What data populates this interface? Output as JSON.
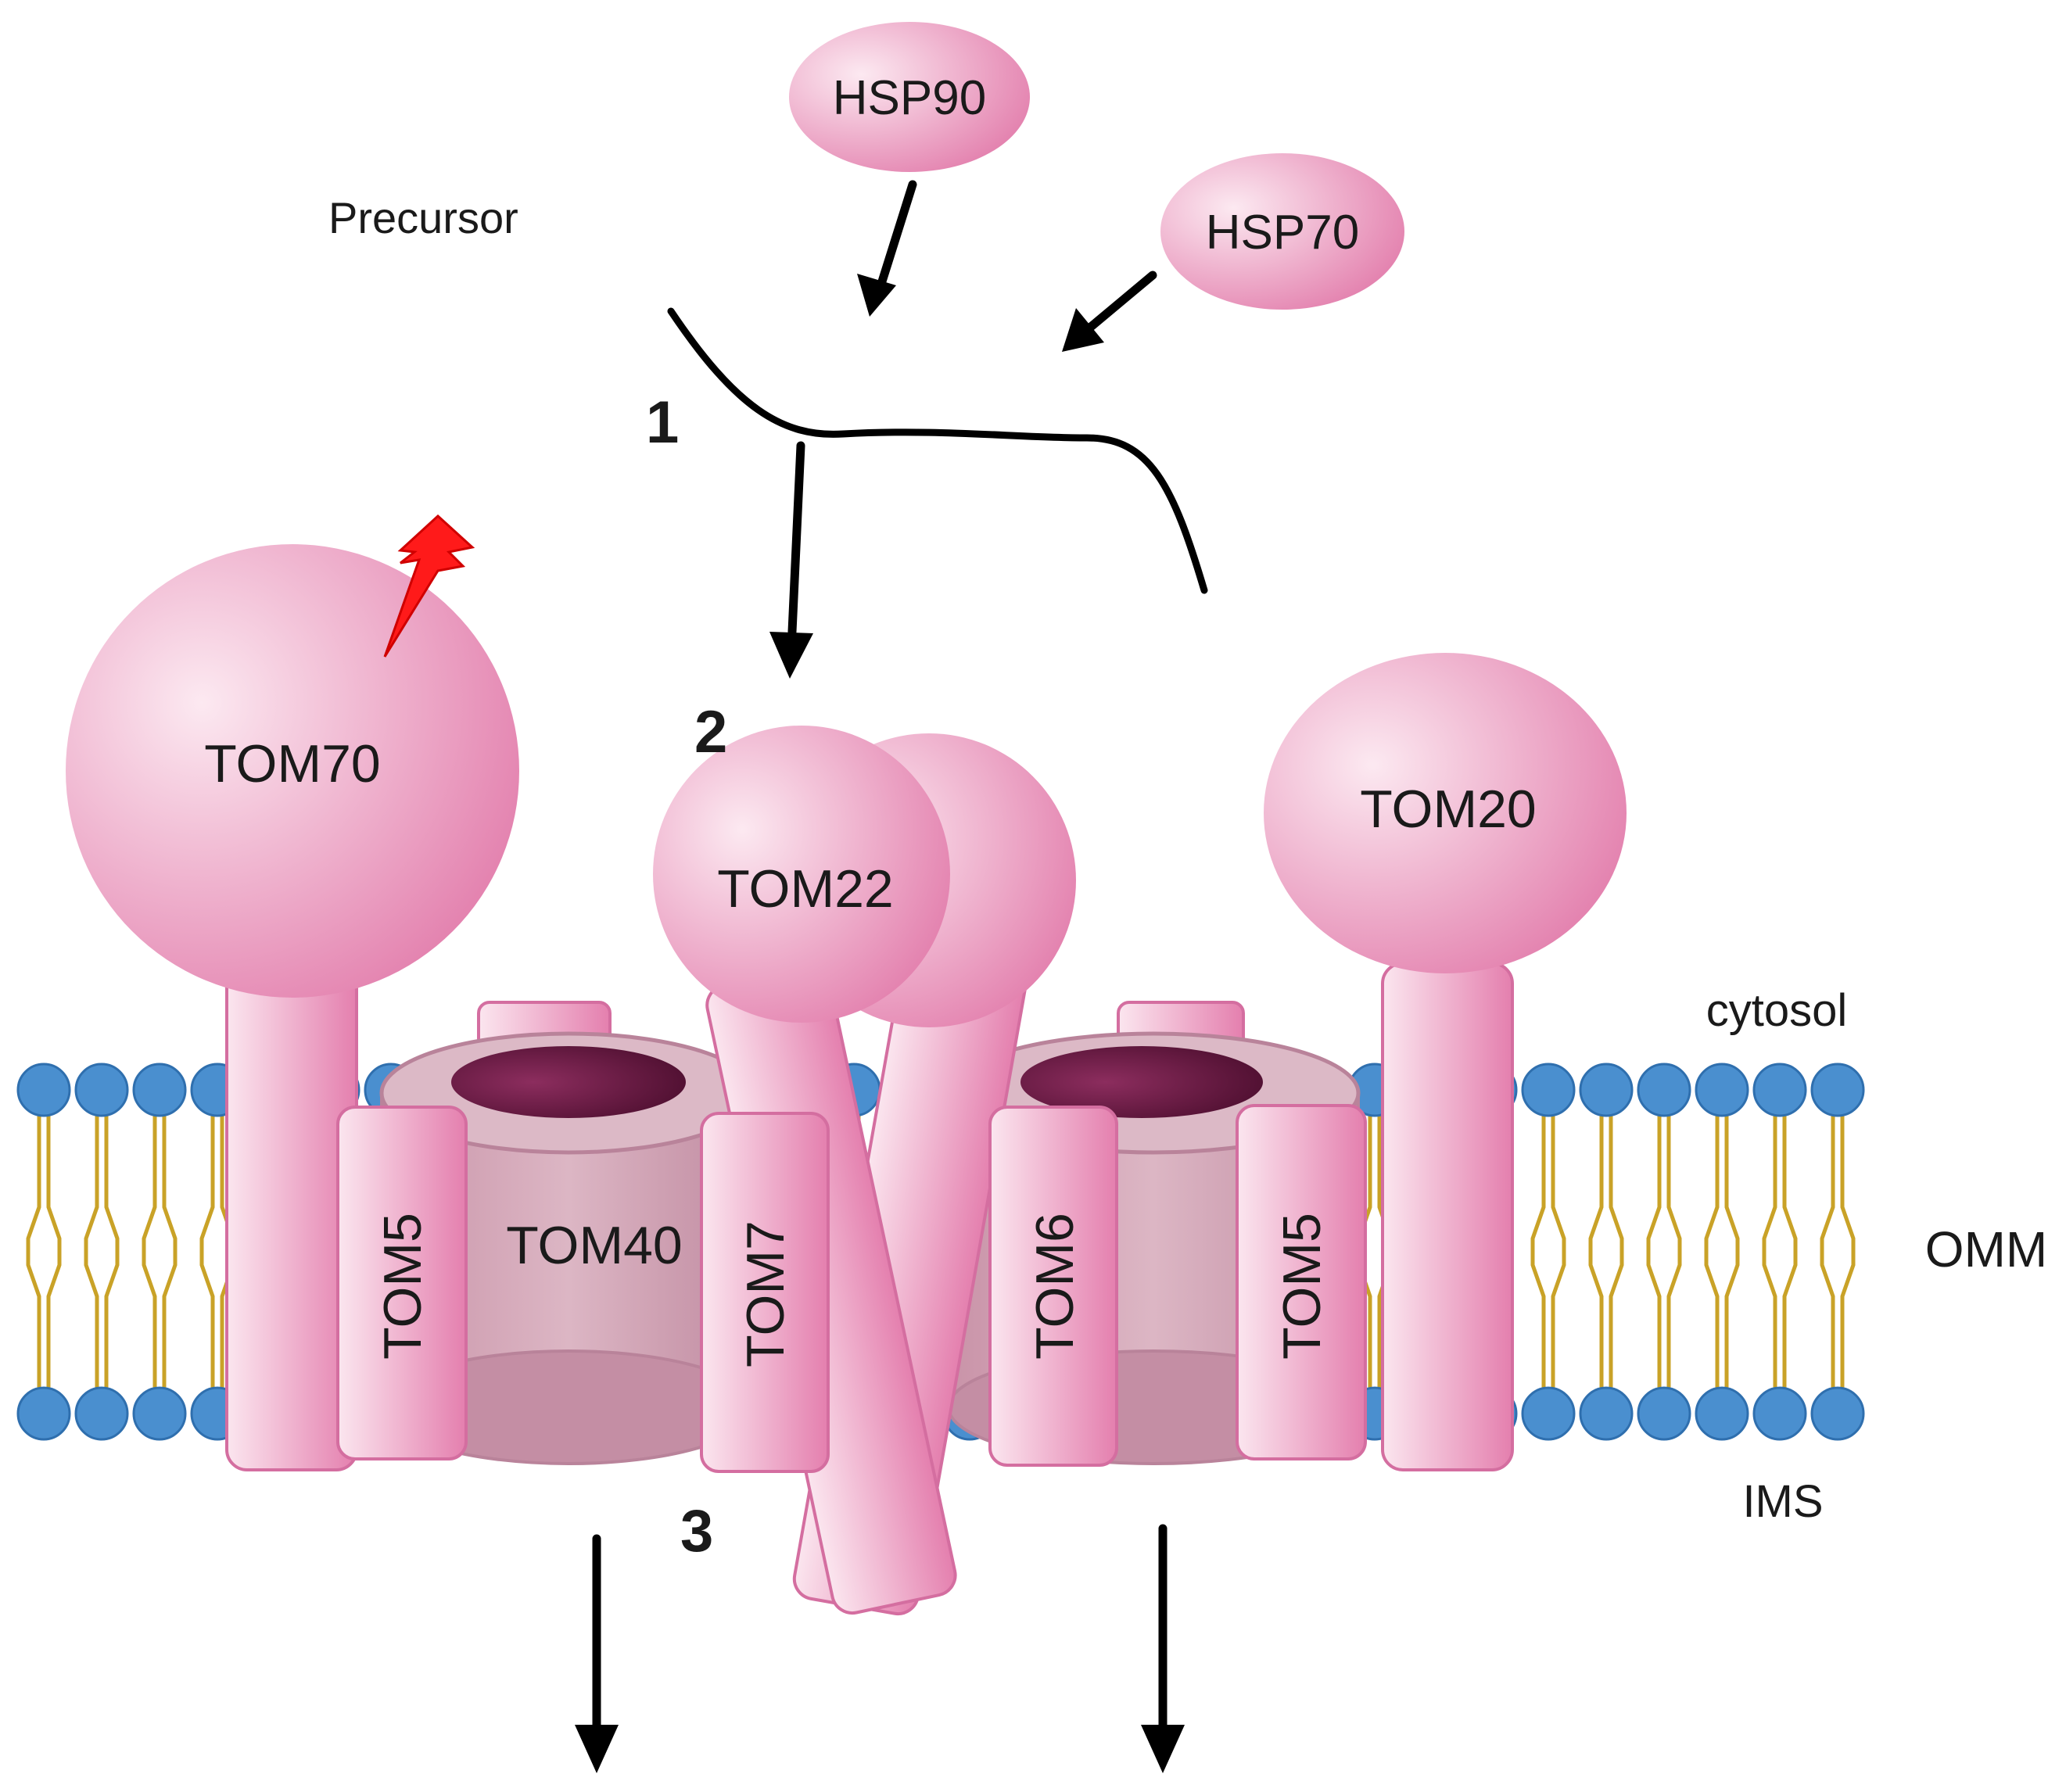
{
  "labels": {
    "precursor": "Precursor",
    "hsp90": "HSP90",
    "hsp70": "HSP70",
    "step1": "1",
    "step2": "2",
    "step3": "3",
    "tom70": "TOM70",
    "tom22": "TOM22",
    "tom20": "TOM20",
    "tom40": "TOM40",
    "tom5_left": "TOM5",
    "tom7": "TOM7",
    "tom6": "TOM6",
    "tom5_right": "TOM5",
    "cytosol": "cytosol",
    "omm": "OMM",
    "ims": "IMS"
  },
  "colors": {
    "protein": "#e98fb8",
    "protein_light": "#f8dbe8",
    "pore_ring": "#d9b0bd",
    "pore_body": "#cfa2b3",
    "pore_hole": "#6e1d48",
    "lipid_head": "#4a8fcf",
    "lipid_tail": "#c9a227",
    "signal": "#ff1a1a",
    "arrow": "#000000"
  }
}
